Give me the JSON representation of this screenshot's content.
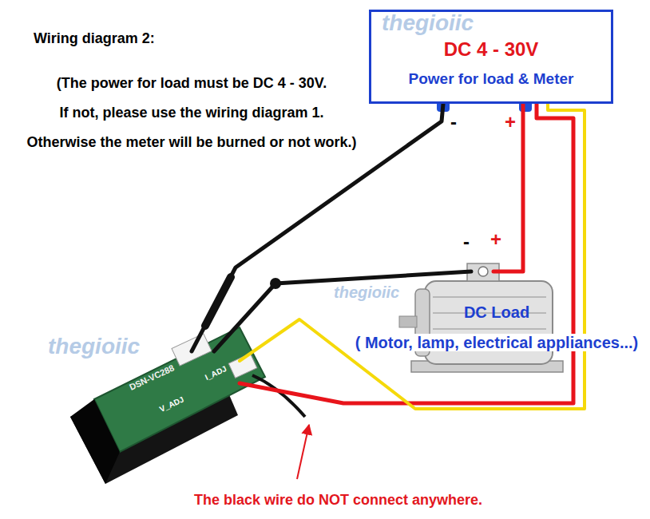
{
  "diagram": {
    "title": "Wiring diagram 2:",
    "nodes": [
      {
        "text": [
          "DC 4 - 30V",
          "Power for load & Meter"
        ]
      },
      {
        "text": [
          "DC Load",
          "( Motor, lamp, electrical appliances...)"
        ]
      },
      {
        "text": [
          "DSN-VC288"
        ]
      }
    ],
    "edges": [
      {
        "from": 0,
        "to": 2,
        "arrow": "none"
      },
      {
        "from": 0,
        "to": 1,
        "arrow": "none"
      },
      {
        "from": 1,
        "to": 2,
        "arrow": "none"
      },
      {
        "from": 0,
        "to": 2,
        "arrow": "none"
      },
      {
        "from": 0,
        "to": 2,
        "arrow": "none"
      }
    ],
    "labels": [
      "(The power for load must be DC 4 - 30V. If not, please use the wiring diagram 1. Otherwise the meter will be burned or not work.)",
      "-",
      "+",
      "-",
      "+",
      "The black wire do NOT connect anywhere.",
      "thegioiic",
      "thegioiic",
      "thegioiic",
      "I_ADJ",
      "V_ADJ"
    ]
  }
}
